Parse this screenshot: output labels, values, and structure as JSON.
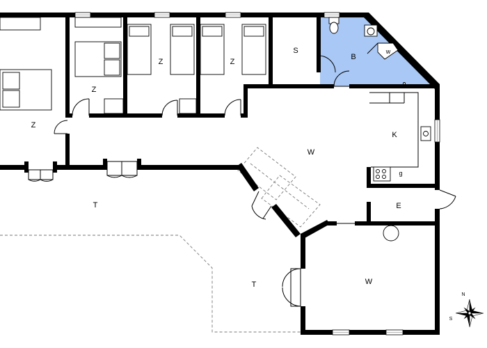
{
  "rooms": {
    "bedroom_large": "Z",
    "bedroom_2": "Z",
    "bedroom_3": "Z",
    "bedroom_4": "Z",
    "storage": "S",
    "bathroom": "B",
    "washer": "w",
    "living_main": "W",
    "kitchen": "K",
    "hob": "g",
    "entrance": "E",
    "living_south": "W",
    "terrace_west": "T",
    "terrace_south": "T"
  },
  "compass": {
    "north": "N",
    "south": "S"
  },
  "colors": {
    "bathroom_fill": "#a9c8f5",
    "walls": "#000000",
    "terrace_outline": "#777777"
  }
}
